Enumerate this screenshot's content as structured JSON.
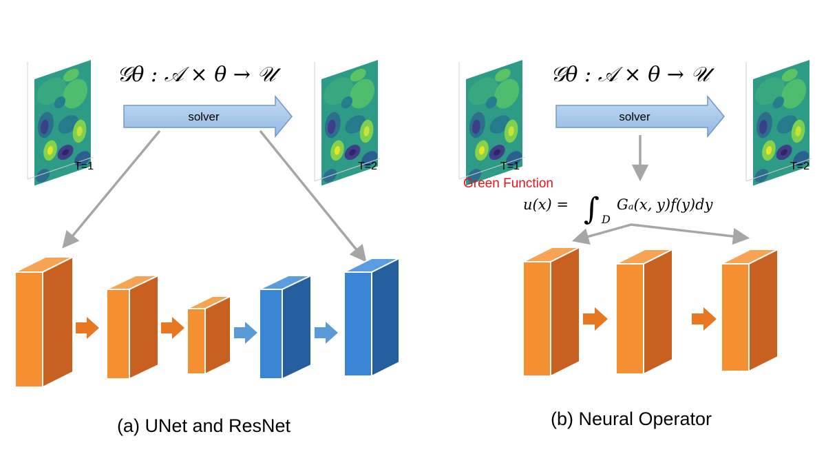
{
  "panel_a": {
    "formula": "𝒢θ : 𝒜 × θ → 𝒰",
    "solver_label": "solver",
    "t1_label": "T=1",
    "t2_label": "T=2",
    "caption": "(a) UNet and ResNet"
  },
  "panel_b": {
    "formula": "𝒢θ : 𝒜 × θ → 𝒰",
    "solver_label": "solver",
    "t1_label": "T=1",
    "t2_label": "T=2",
    "green_label": "Green Function",
    "integral_lhs": "u(x) =",
    "integral_sign": "∫",
    "integral_domain": "D",
    "integral_rhs": "Gₐ(x, y)f(y)dy",
    "caption": "(b) Neural Operator"
  },
  "colors": {
    "orange_front": "#f59032",
    "orange_side": "#c8601f",
    "blue_front": "#3a86d4",
    "blue_side": "#245e9e",
    "solver_fill": "#a9c8ea",
    "solver_stroke": "#6f98c8",
    "connector_gray": "#a6a6a6",
    "green_red": "#e8141b"
  }
}
